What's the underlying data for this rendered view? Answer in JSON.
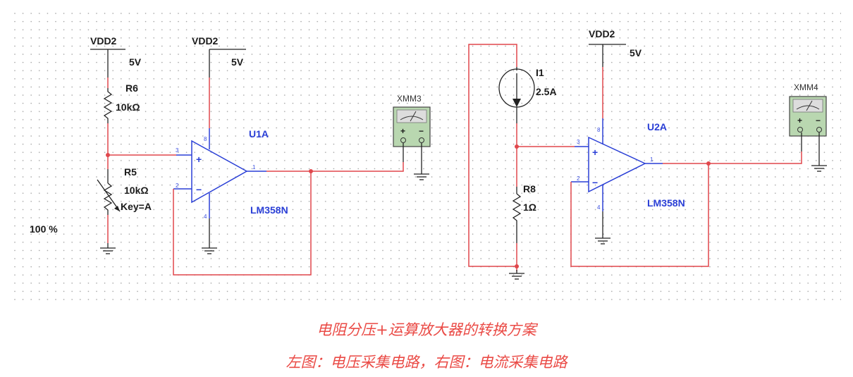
{
  "left_circuit": {
    "vdd_a": {
      "name": "VDD2",
      "value": "5V"
    },
    "vdd_b": {
      "name": "VDD2",
      "value": "5V"
    },
    "r6": {
      "name": "R6",
      "value": "10kΩ"
    },
    "r5": {
      "name": "R5",
      "value": "10kΩ",
      "key": "Key=A"
    },
    "pot_setting": "100 %",
    "opamp": {
      "ref": "U1A",
      "part": "LM358N",
      "pins": {
        "in_plus": "3",
        "in_minus": "2",
        "out": "1",
        "vcc": "8",
        "gnd": "4"
      },
      "plus_sign": "+",
      "minus_sign": "−"
    },
    "meter": {
      "name": "XMM3",
      "plus": "+",
      "minus": "−"
    }
  },
  "right_circuit": {
    "vdd": {
      "name": "VDD2",
      "value": "5V"
    },
    "i1": {
      "name": "I1",
      "value": "2.5A"
    },
    "r8": {
      "name": "R8",
      "value": "1Ω"
    },
    "opamp": {
      "ref": "U2A",
      "part": "LM358N",
      "pins": {
        "in_plus": "3",
        "in_minus": "2",
        "out": "1",
        "vcc": "8",
        "gnd": "4"
      },
      "plus_sign": "+",
      "minus_sign": "−"
    },
    "meter": {
      "name": "XMM4",
      "plus": "+",
      "minus": "−"
    }
  },
  "captions": {
    "title": "电阻分压+运算放大器的转换方案",
    "subtitle": "左图：电压采集电路，右图：电流采集电路"
  },
  "colors": {
    "wire": "#e0474c",
    "component": "#2a3fd6",
    "caption": "#ea4a45",
    "meter_body": "#b9d7b0"
  }
}
